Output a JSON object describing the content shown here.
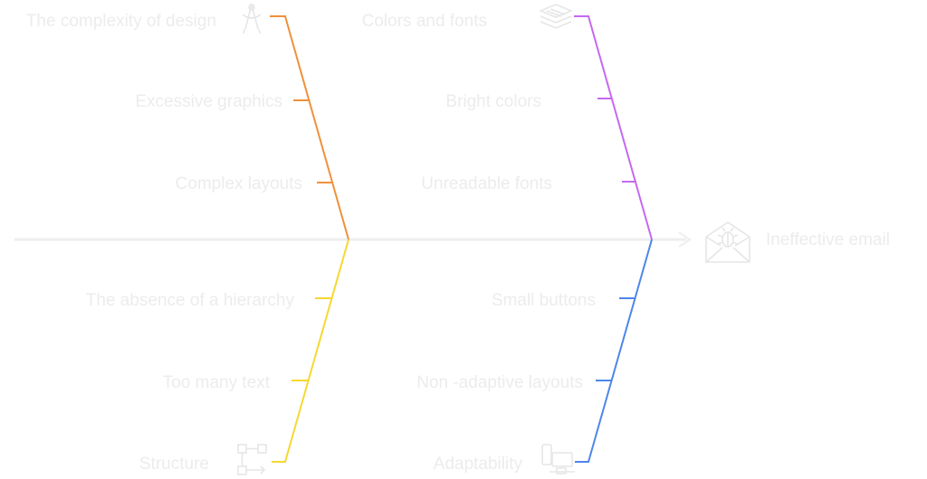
{
  "effect": {
    "label": "Ineffective email",
    "icon": "envelope-bug-icon"
  },
  "colors": {
    "spine": "#eeeeee",
    "text": "#ececec",
    "design": "#f0913a",
    "colors_fonts": "#c569f2",
    "structure": "#f6d832",
    "adaptability": "#4e86ea"
  },
  "categories": {
    "design": {
      "label": "The complexity of design",
      "icon": "pen-compass-icon",
      "causes": [
        "Excessive graphics",
        "Complex layouts"
      ]
    },
    "colors_fonts": {
      "label": "Colors and fonts",
      "icon": "stacked-layers-icon",
      "causes": [
        "Bright colors",
        "Unreadable fonts"
      ]
    },
    "structure": {
      "label": "Structure",
      "icon": "flowchart-icon",
      "causes": [
        "The absence of a hierarchy",
        "Too many text"
      ]
    },
    "adaptability": {
      "label": "Adaptability",
      "icon": "responsive-devices-icon",
      "causes": [
        "Small buttons",
        "Non -adaptive layouts"
      ]
    }
  }
}
